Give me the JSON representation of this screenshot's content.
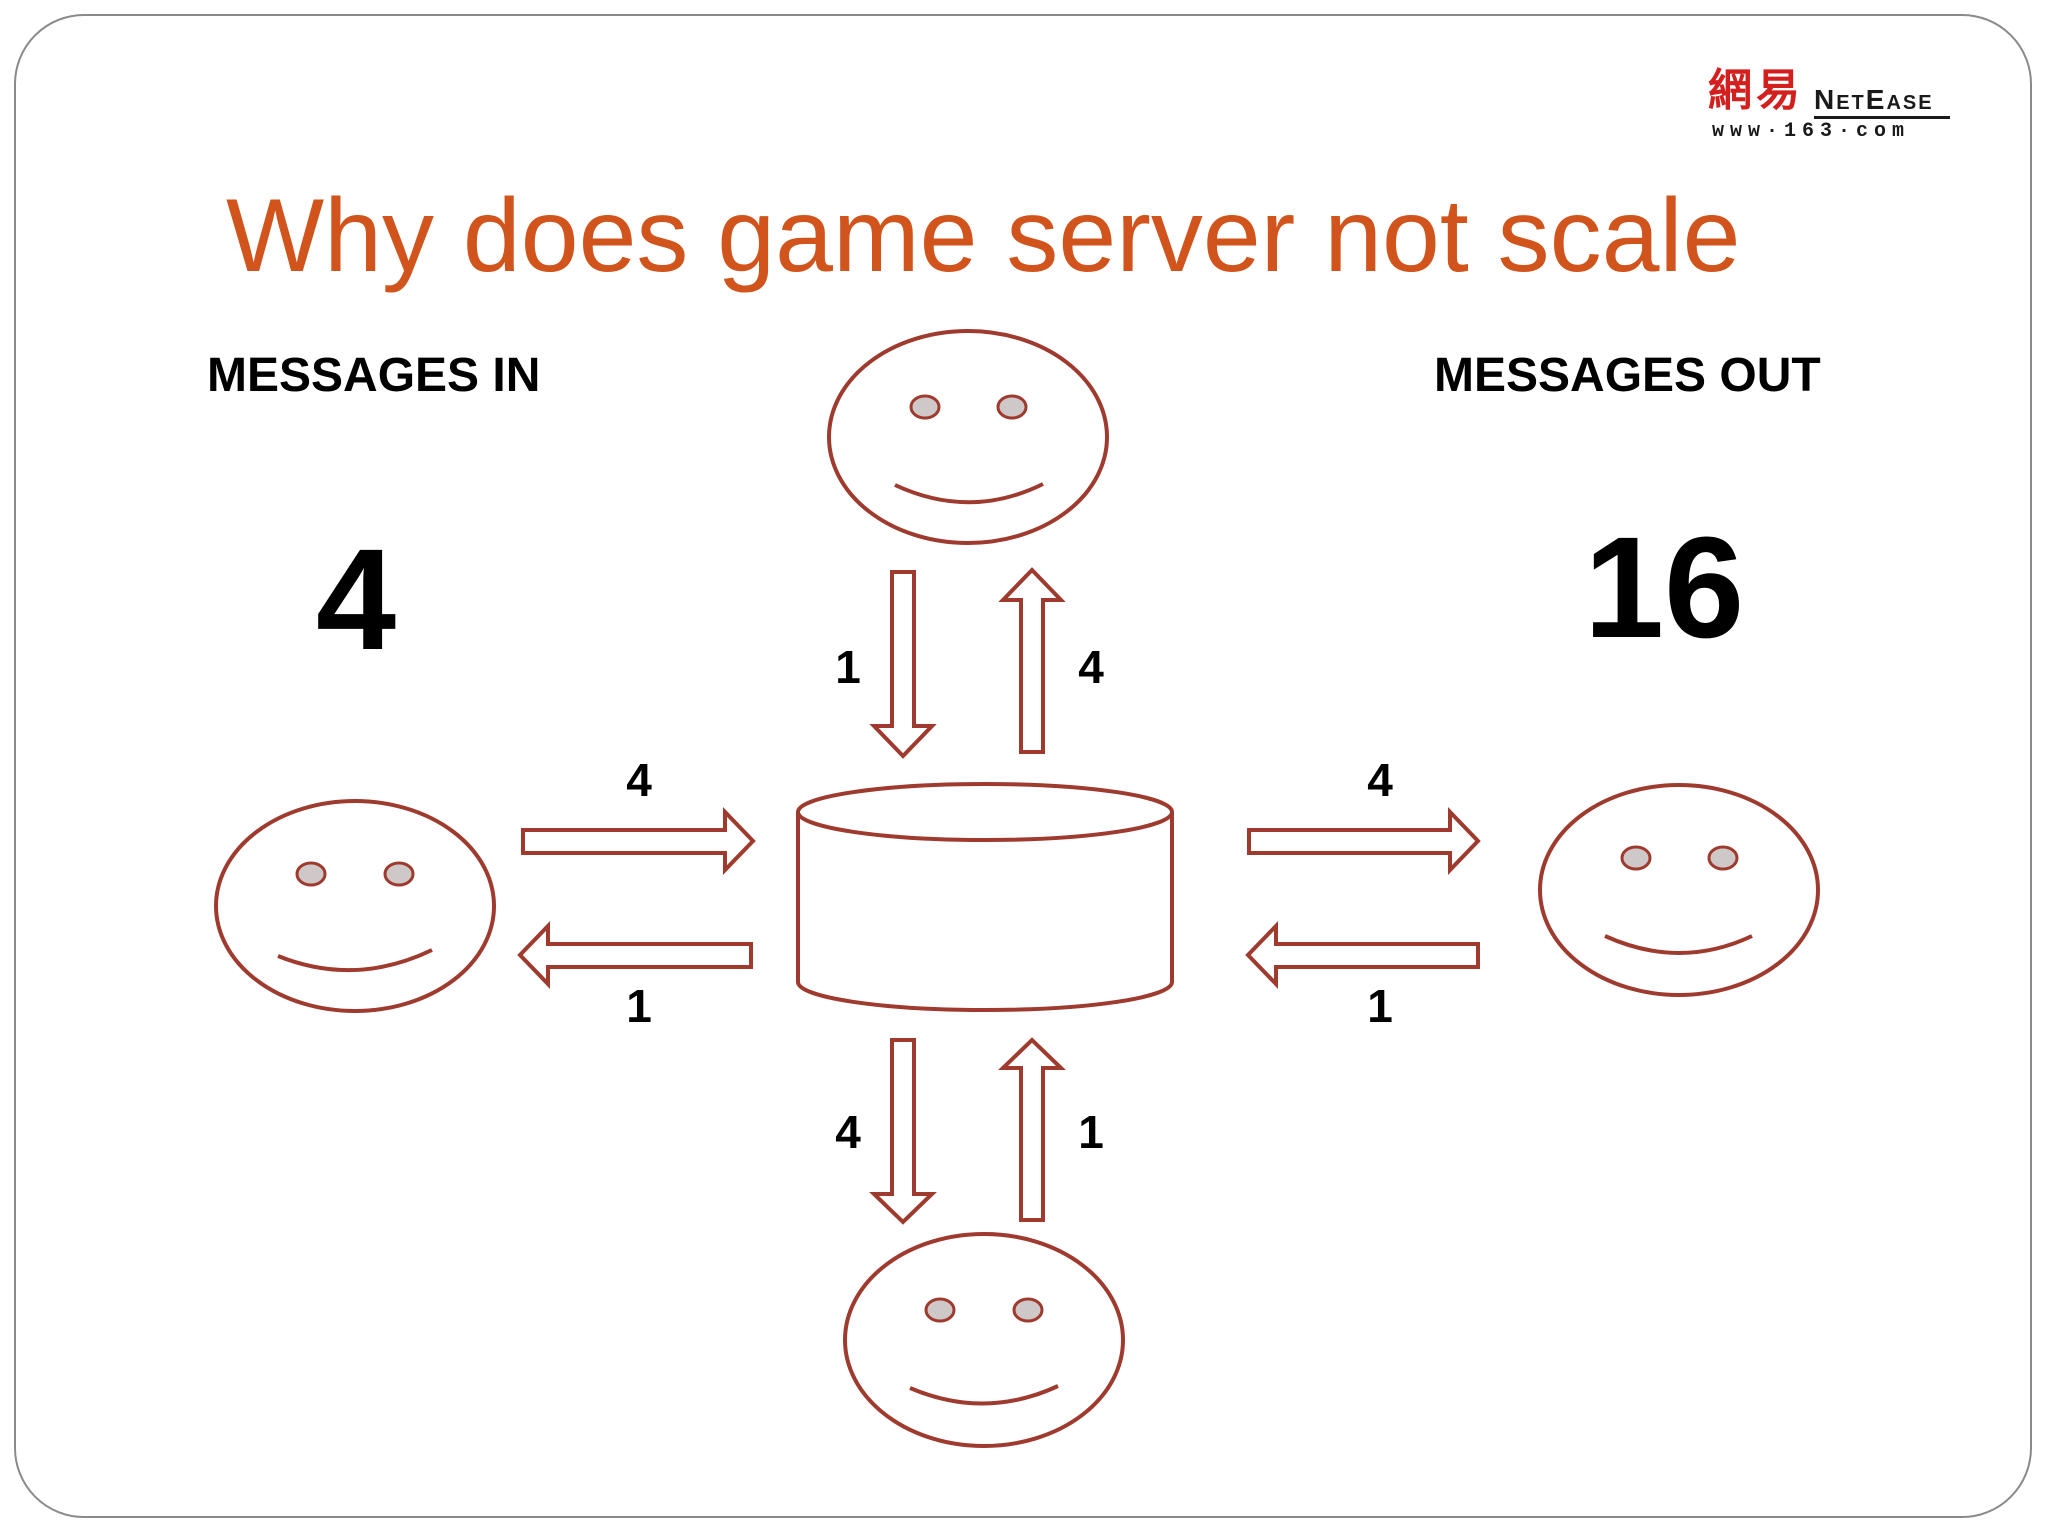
{
  "logo": {
    "cn": "網易",
    "en": "NetEase",
    "url": "www·163·com"
  },
  "title": "Why does game server not scale",
  "left": {
    "heading": "MESSAGES IN",
    "count": "4"
  },
  "right": {
    "heading": "MESSAGES OUT",
    "count": "16"
  },
  "arrows": {
    "top_in": "1",
    "top_out": "4",
    "left_in": "4",
    "left_out": "1",
    "right_out": "4",
    "right_in": "1",
    "bottom_out": "4",
    "bottom_in": "1"
  },
  "colors": {
    "line": "#9e3a2e",
    "title": "#d0541c",
    "eye": "#cfc8c8"
  }
}
